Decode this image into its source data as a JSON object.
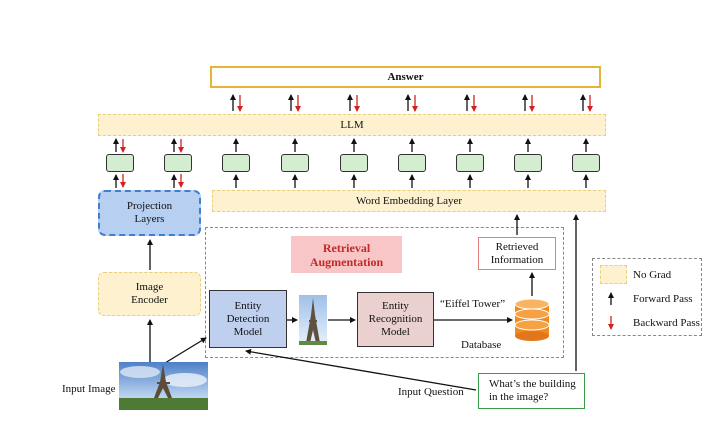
{
  "answer_label": "Answer",
  "llm_label": "LLM",
  "word_embedding_label": "Word Embedding Layer",
  "projection_label": "Projection Layers",
  "image_encoder_label": "Image Encoder",
  "retrieval_augmentation_label": "Retrieval Augmentation",
  "entity_detection_label": "Entity Detection Model",
  "entity_recognition_label": "Entity Recognition Model",
  "eiffel_quote": "“Eiffel Tower”",
  "database_label": "Database",
  "retrieved_info_label": "Retrieved Information",
  "input_image_label": "Input Image",
  "input_question_label": "Input Question",
  "question_text": "What’s the building in the image?",
  "legend": {
    "no_grad": "No Grad",
    "forward_pass": "Forward Pass",
    "backward_pass": "Backward Pass"
  },
  "colors": {
    "no_grad_fill": "#fdf1cf",
    "forward_arrow": "#111111",
    "backward_arrow": "#d42020",
    "answer_border": "#e7b43a",
    "projection_fill": "#b7cff0",
    "token_fill": "#d4ecd0",
    "database": "#f28a1e"
  }
}
